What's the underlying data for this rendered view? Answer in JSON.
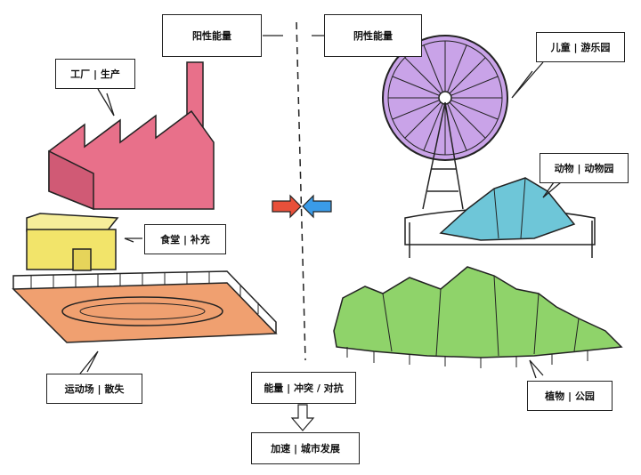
{
  "labels": {
    "yang_energy": "阳性能量",
    "yin_energy": "阴性能量",
    "factory": "工厂 | 生产",
    "canteen": "食堂 | 补充",
    "stadium": "运动场 | 散失",
    "children": "儿童 | 游乐园",
    "animals": "动物 | 动物园",
    "plants": "植物 | 公园",
    "conflict": "能量 | 冲突 / 对抗",
    "development": "加速 | 城市发展"
  },
  "colors": {
    "factory": "#e8708a",
    "canteen": "#f2e46a",
    "stadium": "#f0a070",
    "ferris_wheel": "#c9a3e8",
    "zoo_mountain": "#6ec6d8",
    "forest": "#8fd36a",
    "arrow_red": "#e8503a",
    "arrow_blue": "#3a9be8"
  }
}
